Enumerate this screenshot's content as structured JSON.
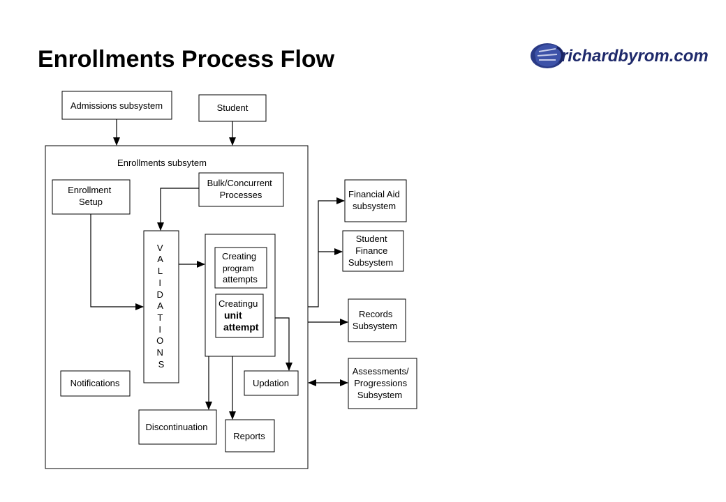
{
  "title": "Enrollments Process Flow",
  "logo": {
    "text": "richardbyrom.com",
    "color": "#1f2a6b"
  },
  "diagram": {
    "admissions": "Admissions subsystem",
    "student": "Student",
    "enrollments_subsystem": "Enrollments subsytem",
    "enrollment_setup": [
      "Enrollment",
      "Setup"
    ],
    "bulk": [
      "Bulk/Concurrent",
      "Processes"
    ],
    "validations": [
      "V",
      "A",
      "L",
      "I",
      "D",
      "A",
      "T",
      "I",
      "O",
      "N",
      "S"
    ],
    "creating_program": [
      "Creating",
      "program",
      "attempts"
    ],
    "creating_unit": [
      "Creatingu",
      "unit",
      "attempt"
    ],
    "notifications": "Notifications",
    "updation": "Updation",
    "discontinuation": "Discontinuation",
    "reports": "Reports",
    "financial_aid": [
      "Financial Aid",
      "subsystem"
    ],
    "student_finance": [
      "Student",
      "Finance",
      "Subsystem"
    ],
    "records": [
      "Records",
      "Subsystem"
    ],
    "assessments": [
      "Assessments/",
      "Progressions",
      "Subsystem"
    ]
  }
}
